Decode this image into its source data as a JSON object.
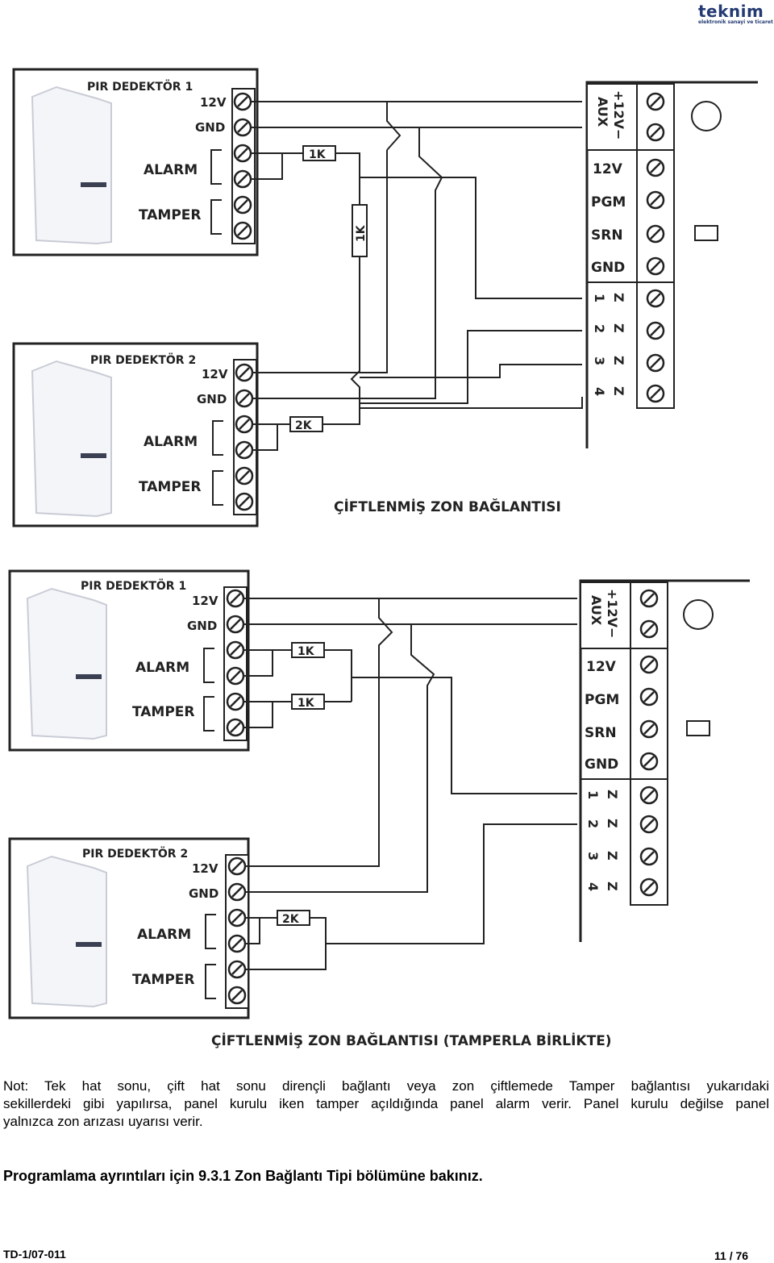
{
  "header": {
    "logo_text": "teknim",
    "logo_subtitle": "elektronik sanayi ve ticaret a.ş.",
    "brand_color": "#243a73"
  },
  "diagram1": {
    "detector1_title": "PIR DEDEKTÖR 1",
    "detector2_title": "PIR DEDEKTÖR 2",
    "terminal_12v": "12V",
    "terminal_gnd": "GND",
    "terminal_alarm": "ALARM",
    "terminal_tamper": "TAMPER",
    "resistor_a": "1K",
    "resistor_b": "1K",
    "resistor_c": "2K",
    "caption": "ÇİFTLENMİŞ ZON BAĞLANTISI"
  },
  "diagram2": {
    "detector1_title": "PIR DEDEKTÖR 1",
    "detector2_title": "PIR DEDEKTÖR 2",
    "resistor_a": "1K",
    "resistor_b": "1K",
    "resistor_c": "2K",
    "caption": "ÇİFTLENMİŞ ZON BAĞLANTISI (TAMPERLA BİRLİKTE)"
  },
  "panel": {
    "aux_label": "+12V−",
    "aux_sub": "AUX",
    "terminals": [
      "12V",
      "PGM",
      "SRN",
      "GND"
    ],
    "zones": [
      "1",
      "2",
      "3",
      "4"
    ],
    "zone_letter": "Z"
  },
  "note": {
    "lines": [
      "Not: Tek hat sonu, çift hat sonu dirençli bağlantı veya zon çiftlemede Tamper bağlantısı yukarıdaki",
      "sekillerdeki gibi yapılırsa, panel kurulu iken tamper açıldığında panel alarm verir. Panel kurulu değilse panel",
      "yalnızca zon arızası uyarısı verir."
    ]
  },
  "programming_ref": "Programlama ayrıntıları için 9.3.1 Zon Bağlantı Tipi bölümüne bakınız.",
  "footer": {
    "doc_code": "TD-1/07-011",
    "page": "11 / 76"
  }
}
